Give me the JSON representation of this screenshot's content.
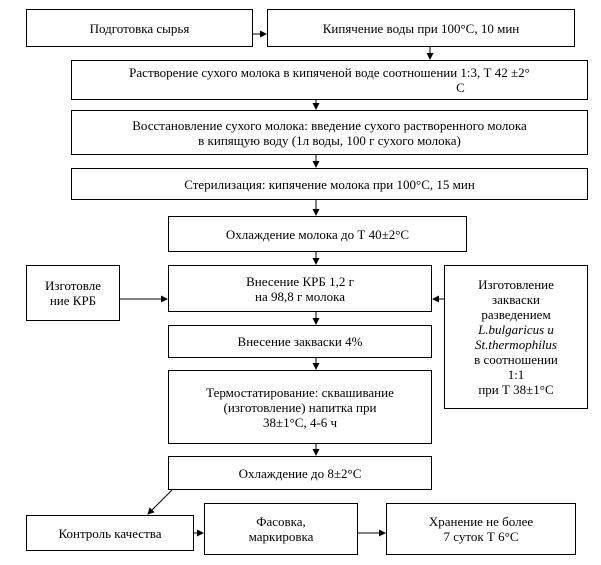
{
  "steps": {
    "raw_prep": "Подготовка сырья",
    "boil_water": "Кипячение воды при 100°С, 10 мин",
    "dissolve": [
      "Растворение сухого молока в кипяченой воде соотношении 1:3, Т 42 ±2°",
      "С"
    ],
    "restore": [
      "Восстановление сухого молока: введение сухого растворенного молока",
      "в кипящую воду (1л воды, 100 г сухого молока)"
    ],
    "sterilize": "Стерилизация: кипячение молока при 100°С, 15 мин",
    "cool_40": "Охлаждение молока до Т 40±2°С",
    "krb_make": [
      "Изготовле",
      "ние КРБ"
    ],
    "krb_add": [
      "Внесение КРБ 1,2 г",
      "на 98,8 г молока"
    ],
    "starter_make": [
      "Изготовление",
      "закваски",
      "разведением",
      "L.bulgaricus и",
      "St.thermophilus",
      "в соотношении",
      "1:1",
      "при Т 38±1°С"
    ],
    "starter_add": "Внесение закваски 4%",
    "thermostat": [
      "Термостатирование: сквашивание",
      "(изготовление) напитка при",
      "38±1°С, 4-6 ч"
    ],
    "cool_8": "Охлаждение до  8±2°С",
    "quality": "Контроль качества",
    "packing": [
      "Фасовка,",
      "маркировка"
    ],
    "storage": [
      "Хранение не более",
      "7 суток Т 6°С"
    ]
  }
}
